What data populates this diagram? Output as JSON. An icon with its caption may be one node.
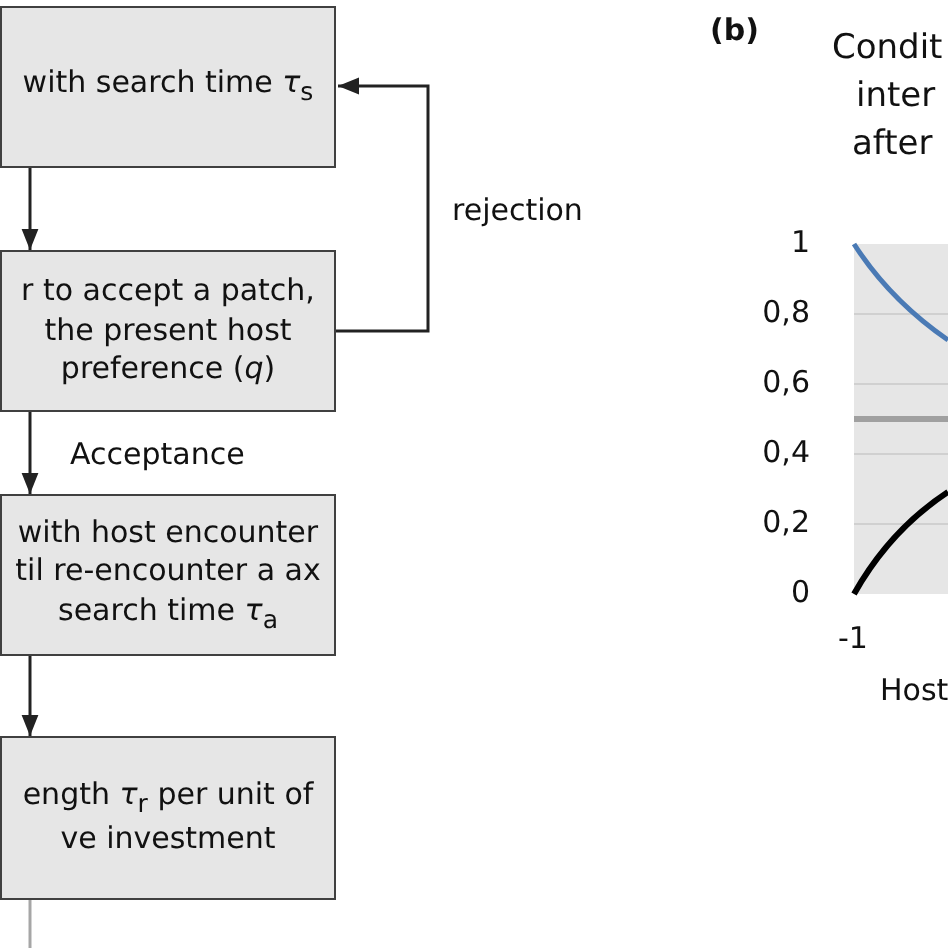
{
  "diagram": {
    "nodes": [
      {
        "text": [
          "with search time *τ*$_{s}$"
        ]
      },
      {
        "text": [
          "r to accept a patch, the present host preference (*q*)"
        ]
      },
      {
        "text": [
          "with host encounter til re-encounter a ax search time *τ*$_{a}$"
        ]
      },
      {
        "text": [
          "ength *τ*$_{r}$ per unit of ve investment"
        ]
      }
    ],
    "edges": [
      {
        "from": 0,
        "to": 1,
        "arrow": "to"
      },
      {
        "from": 1,
        "to": 0,
        "arrow": "to",
        "label": "rejection"
      },
      {
        "from": 1,
        "to": 2,
        "arrow": "to",
        "label": "Acceptance"
      },
      {
        "from": 2,
        "to": 3,
        "arrow": "to"
      },
      {
        "from": 3,
        "to": null,
        "arrow": "none",
        "color": "#a6a6a6"
      }
    ],
    "labels": [
      "(b)",
      "Condit",
      "inter",
      "after",
      "1",
      "0,8",
      "0,6",
      "0,4",
      "0,2",
      "0",
      "-1",
      "Host"
    ]
  }
}
